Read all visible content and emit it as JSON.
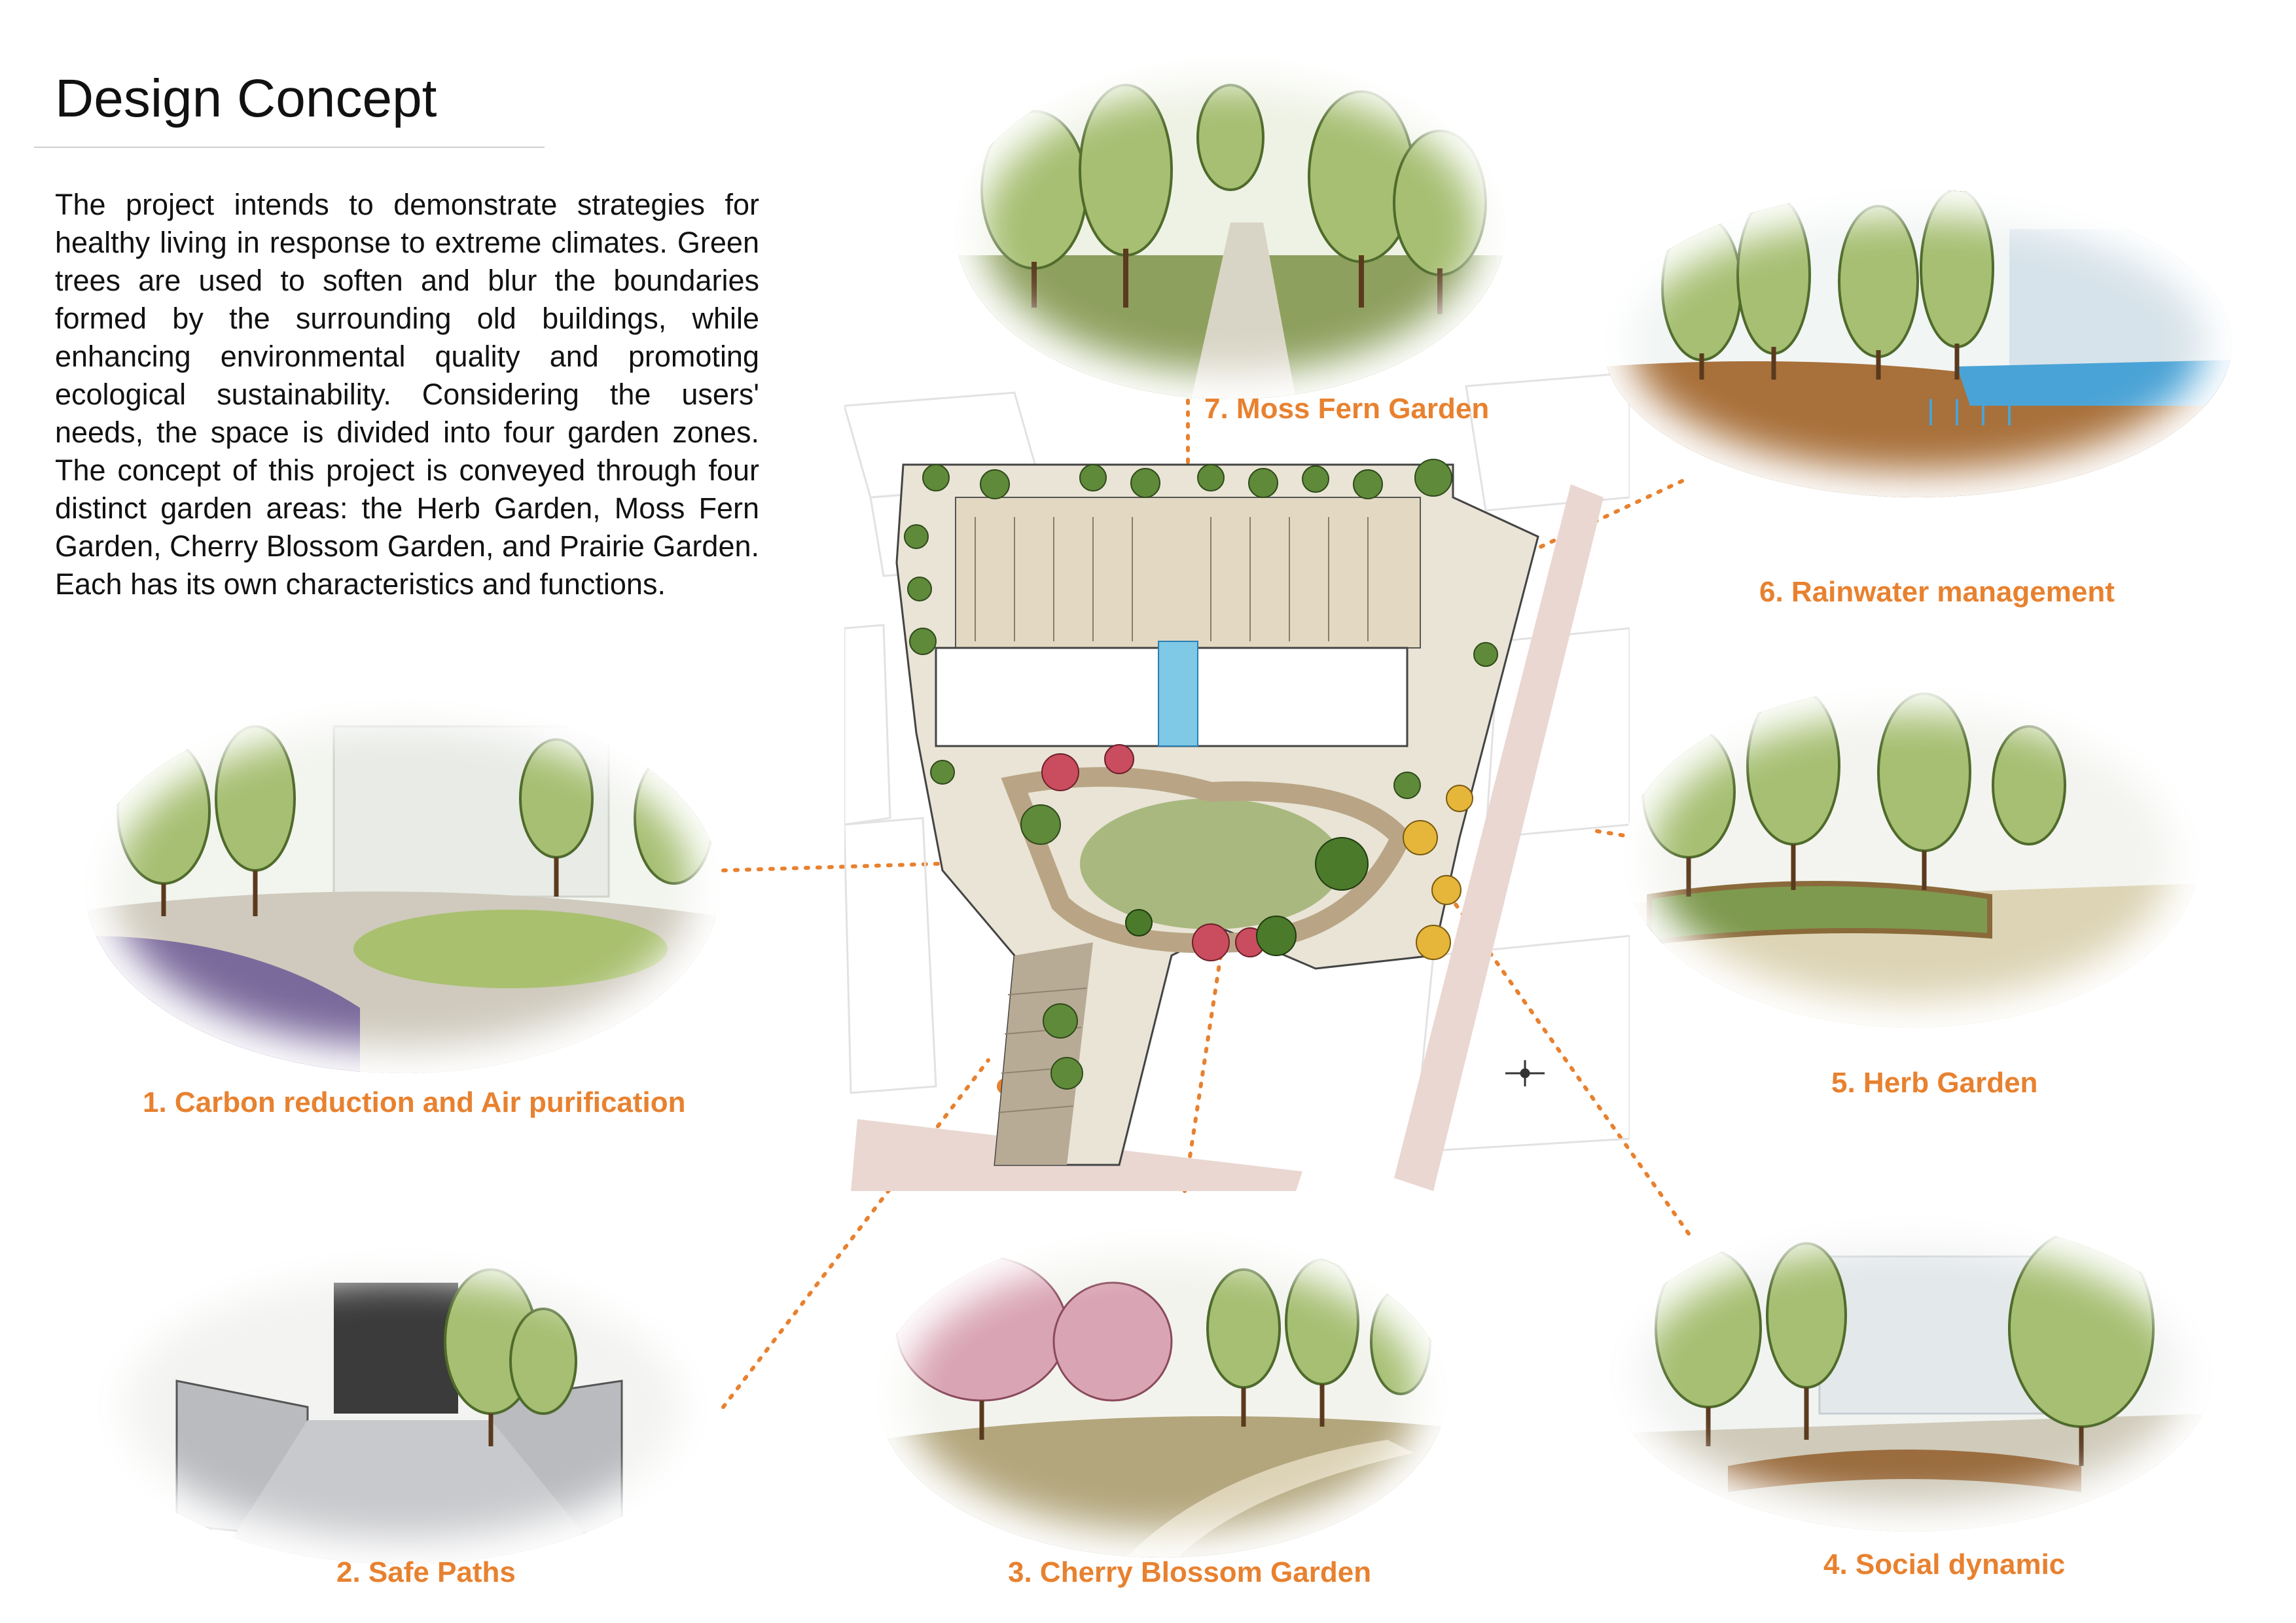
{
  "title": "Design Concept",
  "intro": "The project intends to demonstrate strategies for healthy living in response to extreme climates. Green trees are used to soften and blur the boundaries formed by the surrounding old buildings, while enhancing environmental quality and promoting ecological sustainability. Considering the users' needs, the space is divided into four garden zones. The concept of this project is conveyed through four distinct garden areas: the Herb Garden, Moss Fern Garden, Cherry Blossom Garden, and Prairie Garden. Each has its own characteristics and functions.",
  "zones": [
    {
      "label": "1. Carbon reduction and Air purification"
    },
    {
      "label": "2. Safe Paths"
    },
    {
      "label": "3. Cherry Blossom Garden"
    },
    {
      "label": "4. Social dynamic"
    },
    {
      "label": "5. Herb Garden"
    },
    {
      "label": "6. Rainwater management"
    },
    {
      "label": "7. Moss Fern Garden"
    }
  ],
  "colors": {
    "accent": "#E8812F",
    "tree": "#9DB36B",
    "tree_dark": "#6E8B3D",
    "path": "#C9B79B",
    "water": "#4AA3D6",
    "soil": "#A8703A"
  }
}
